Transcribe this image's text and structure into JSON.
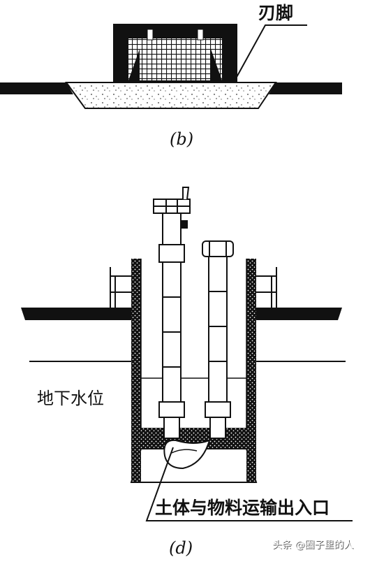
{
  "figure_b": {
    "label_blade": "刃脚",
    "caption": "(b)"
  },
  "figure_d": {
    "label_groundwater": "地下水位",
    "label_opening": "土体与物料运输出入口",
    "caption": "(d)"
  },
  "watermark": "头条 @圈子里的人",
  "colors": {
    "ink": "#111111",
    "paper": "#ffffff",
    "watermark_shadow": "#555555"
  }
}
